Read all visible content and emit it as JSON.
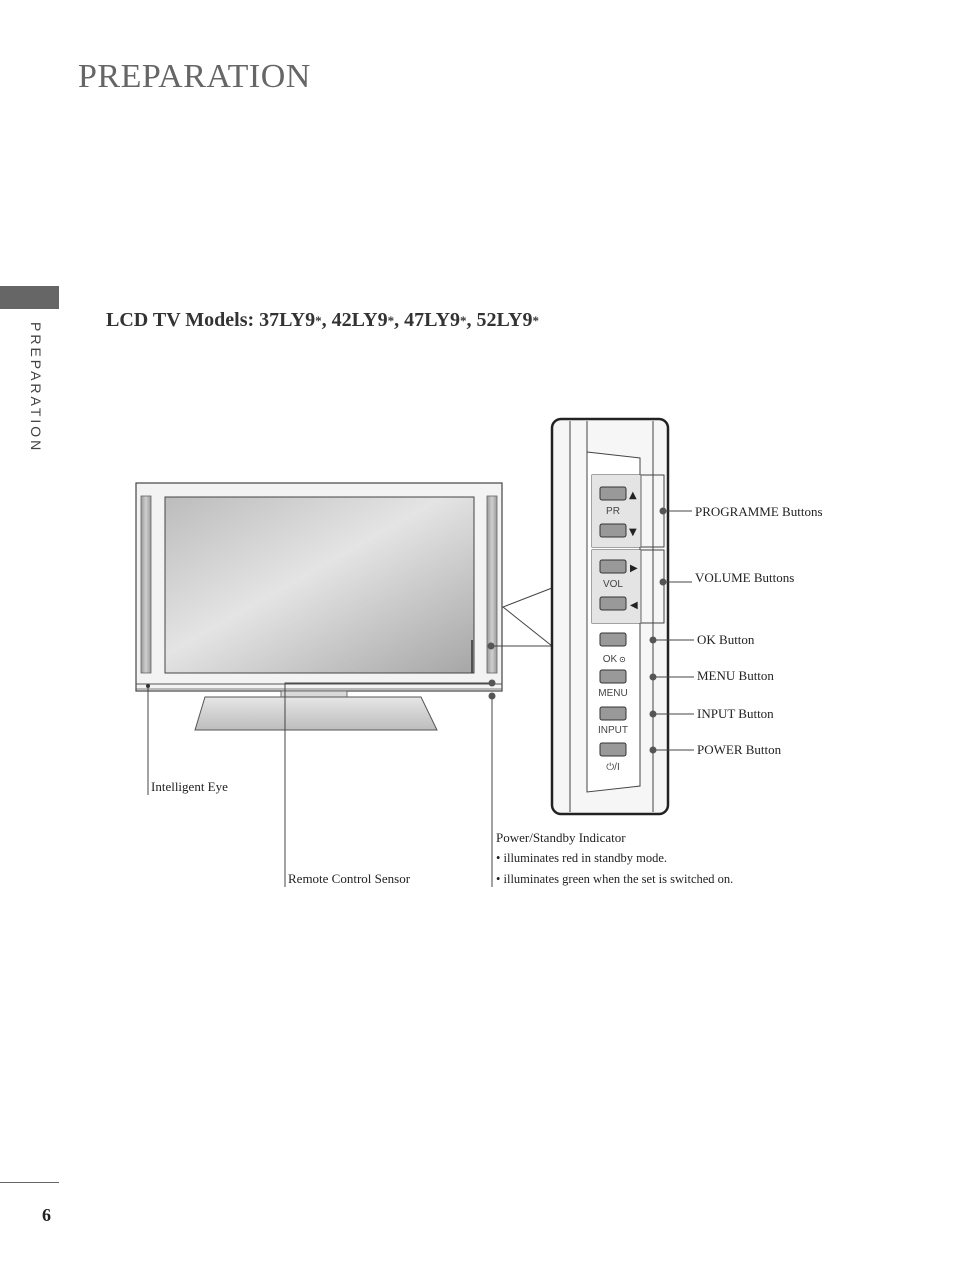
{
  "header": {
    "title": "PREPARATION"
  },
  "side_tab": {
    "label": "PREPARATION"
  },
  "section": {
    "heading_parts": [
      "LCD TV Models: 37LY9",
      ", 42LY9",
      ", 47LY9",
      ", 52LY9"
    ],
    "star": "*"
  },
  "panel_buttons": {
    "pr": "PR",
    "vol": "VOL",
    "ok": "OK",
    "menu": "MENU",
    "input": "INPUT",
    "power": "⏻/I",
    "up_glyph": "▲",
    "down_glyph": "▼",
    "right_glyph": "▶",
    "left_glyph": "◀",
    "ok_glyph": "⊙"
  },
  "callouts": {
    "programme": "PROGRAMME Buttons",
    "volume": "VOLUME Buttons",
    "ok": "OK Button",
    "menu": "MENU Button",
    "input": "INPUT Button",
    "power": "POWER Button",
    "intelligent_eye": "Intelligent Eye",
    "remote_sensor": "Remote Control Sensor",
    "power_indicator": "Power/Standby Indicator",
    "indicator_notes": [
      "• illuminates red in standby mode.",
      "• illuminates green when the set is switched on."
    ]
  },
  "footer": {
    "page_number": "6"
  }
}
